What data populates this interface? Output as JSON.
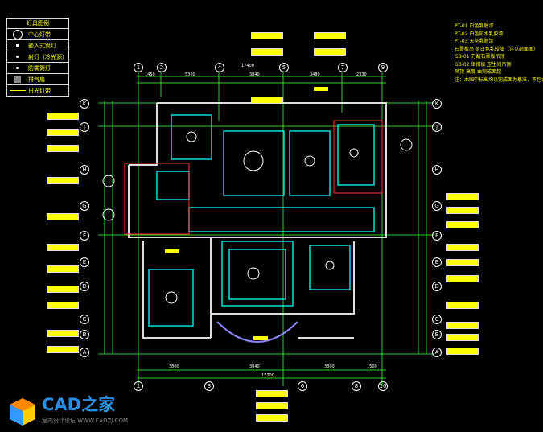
{
  "legend": {
    "title": "灯具图例",
    "items": [
      {
        "icon": "ceiling-light-icon",
        "label": "中心灯带"
      },
      {
        "icon": "recessed-light-icon",
        "label": "嵌入式筒灯"
      },
      {
        "icon": "spot-light-icon",
        "label": "射灯（冷光源）"
      },
      {
        "icon": "moisture-light-icon",
        "label": "防雾筒灯"
      },
      {
        "icon": "exhaust-fan-icon",
        "label": "排气扇"
      },
      {
        "icon": "fluorescent-strip-icon",
        "label": "日光灯带"
      }
    ]
  },
  "notes": [
    "PT-01  白色乳胶漆",
    "PT-02  白色防水乳胶漆",
    "PT-03  天花乳胶漆",
    "石膏板吊顶  白色乳胶漆（详见剖面图）",
    "GB-01  刀刮石膏板吊顶",
    "GB-02  铝扣板  卫生间吊顶",
    "吊顶-高度  由完成面起",
    "注：本图中标高均以完成面为基准，不包含"
  ],
  "dimensions": {
    "top": [
      "1450",
      "5300",
      "3840",
      "3480",
      "2330"
    ],
    "top_total": "17400",
    "bottom": [
      "3800",
      "3840",
      "3800",
      "1500"
    ],
    "bottom_total": "17300"
  },
  "axes": {
    "top": [
      "1",
      "2",
      "4",
      "5",
      "7",
      "9"
    ],
    "bottom": [
      "1",
      "3",
      "6",
      "8",
      "10"
    ],
    "left": [
      "K",
      "J",
      "H",
      "G",
      "F",
      "E",
      "D",
      "C",
      "B",
      "A"
    ],
    "right": [
      "K",
      "J",
      "H",
      "G",
      "F",
      "E",
      "D",
      "C",
      "B",
      "A"
    ]
  },
  "watermark": {
    "brand": "CAD之家",
    "sub": "室内设计论坛  WWW.CADZJ.COM"
  }
}
